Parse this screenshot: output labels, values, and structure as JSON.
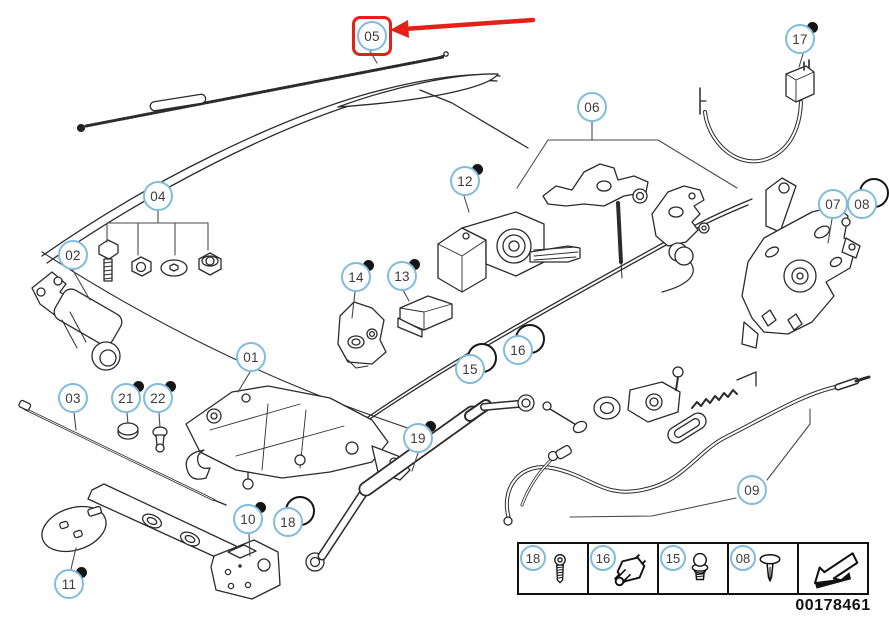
{
  "diagram": {
    "part_number": "00178461",
    "highlighted_callout": "05"
  },
  "callouts": {
    "c01": {
      "label": "01"
    },
    "c02": {
      "label": "02"
    },
    "c03": {
      "label": "03"
    },
    "c04": {
      "label": "04"
    },
    "c05": {
      "label": "05"
    },
    "c06": {
      "label": "06"
    },
    "c07": {
      "label": "07"
    },
    "c08": {
      "label": "08"
    },
    "c09": {
      "label": "09"
    },
    "c10": {
      "label": "10"
    },
    "c11": {
      "label": "11"
    },
    "c12": {
      "label": "12"
    },
    "c13": {
      "label": "13"
    },
    "c14": {
      "label": "14"
    },
    "c15": {
      "label": "15"
    },
    "c16": {
      "label": "16"
    },
    "c17": {
      "label": "17"
    },
    "c18": {
      "label": "18"
    },
    "c19": {
      "label": "19"
    },
    "c21": {
      "label": "21"
    },
    "c22": {
      "label": "22"
    }
  },
  "legend": {
    "items": [
      {
        "label": "18",
        "icon": "screw-icon"
      },
      {
        "label": "16",
        "icon": "socket-plug-icon"
      },
      {
        "label": "15",
        "icon": "ball-stud-icon"
      },
      {
        "label": "08",
        "icon": "expanding-rivet-icon"
      }
    ],
    "nav_icon": "back-arrow-icon"
  },
  "colors": {
    "callout_ring": "#82bbdd",
    "secondary_ring": "#151515",
    "highlight_red": "#e32119",
    "line_art": "#2b2b2b"
  }
}
